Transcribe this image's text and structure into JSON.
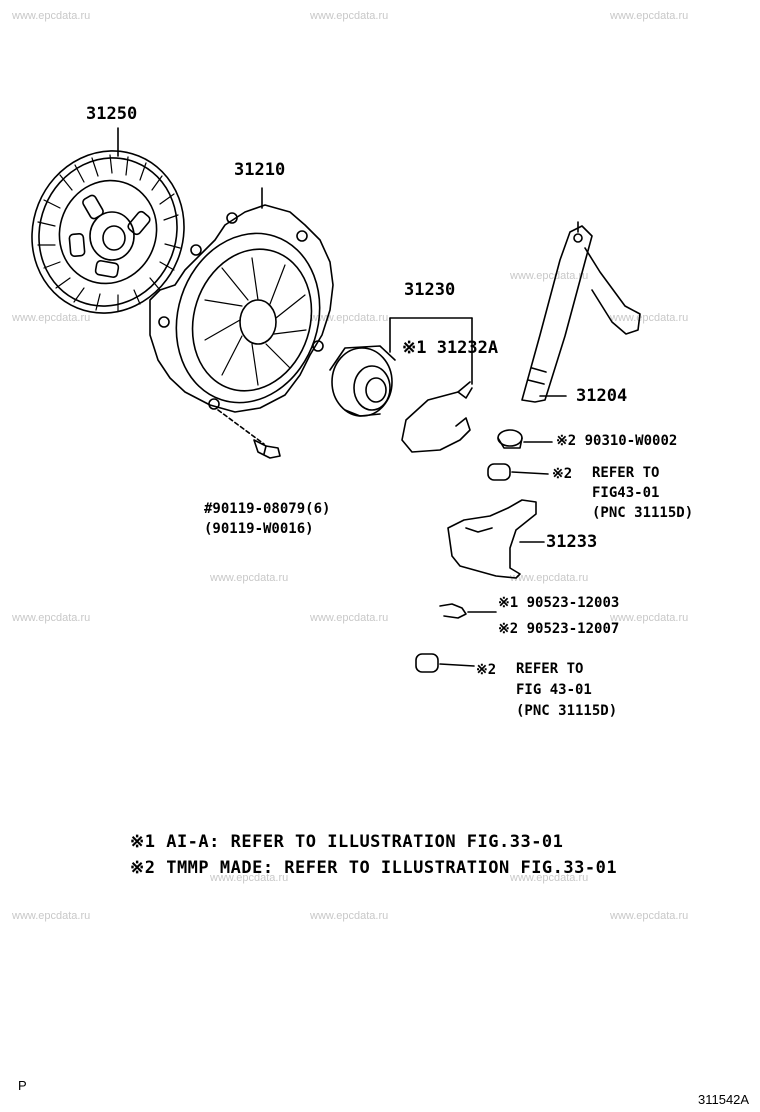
{
  "watermark": "www.epcdata.ru",
  "parts": {
    "p31250": "31250",
    "p31210": "31210",
    "p31230": "31230",
    "p31232A": "※1 31232A",
    "p31204": "31204",
    "p90310": "※2 90310-W0002",
    "ref1_mark": "※2",
    "ref1_l1": "REFER TO",
    "ref1_l2": "FIG43-01",
    "ref1_l3": "(PNC 31115D)",
    "p31233": "31233",
    "bolt_l1": "#90119-08079(6)",
    "bolt_l2": "(90119-W0016)",
    "p90523a": "※1 90523-12003",
    "p90523b": "※2 90523-12007",
    "ref2_mark": "※2",
    "ref2_l1": "REFER TO",
    "ref2_l2": "FIG 43-01",
    "ref2_l3": "(PNC 31115D)"
  },
  "notes": {
    "n1": "※1 AI-A: REFER TO ILLUSTRATION FIG.33-01",
    "n2": "※2 TMMP MADE: REFER TO ILLUSTRATION FIG.33-01"
  },
  "corner_left": "P",
  "figure_code": "311542A"
}
